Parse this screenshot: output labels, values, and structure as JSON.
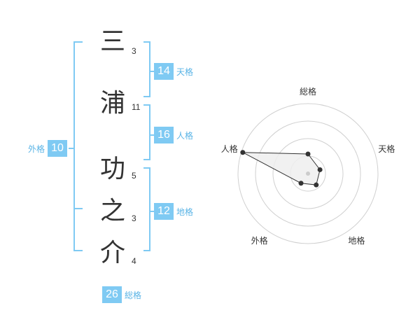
{
  "name": {
    "surname": [
      {
        "char": "三",
        "strokes": "3"
      },
      {
        "char": "浦",
        "strokes": "11"
      }
    ],
    "given": [
      {
        "char": "功",
        "strokes": "5"
      },
      {
        "char": "之",
        "strokes": "3"
      },
      {
        "char": "介",
        "strokes": "4"
      }
    ]
  },
  "kaku": {
    "tenkaku": {
      "label": "天格",
      "value": "14"
    },
    "jinkaku": {
      "label": "人格",
      "value": "16"
    },
    "chikaku": {
      "label": "地格",
      "value": "12"
    },
    "gaikaku": {
      "label": "外格",
      "value": "10"
    },
    "soukaku": {
      "label": "総格",
      "value": "26"
    }
  },
  "colors": {
    "accent": "#7fcaf3",
    "accent_text": "#5ab4e6",
    "bracket": "#7fcaf3",
    "ring": "#d0d0d0",
    "fill": "#efefef"
  },
  "chart_data": {
    "type": "radar",
    "axes": [
      "総格",
      "天格",
      "地格",
      "外格",
      "人格"
    ],
    "values": [
      0.28,
      0.18,
      0.2,
      0.17,
      0.98
    ],
    "range": [
      0,
      1
    ],
    "rings": 4
  }
}
